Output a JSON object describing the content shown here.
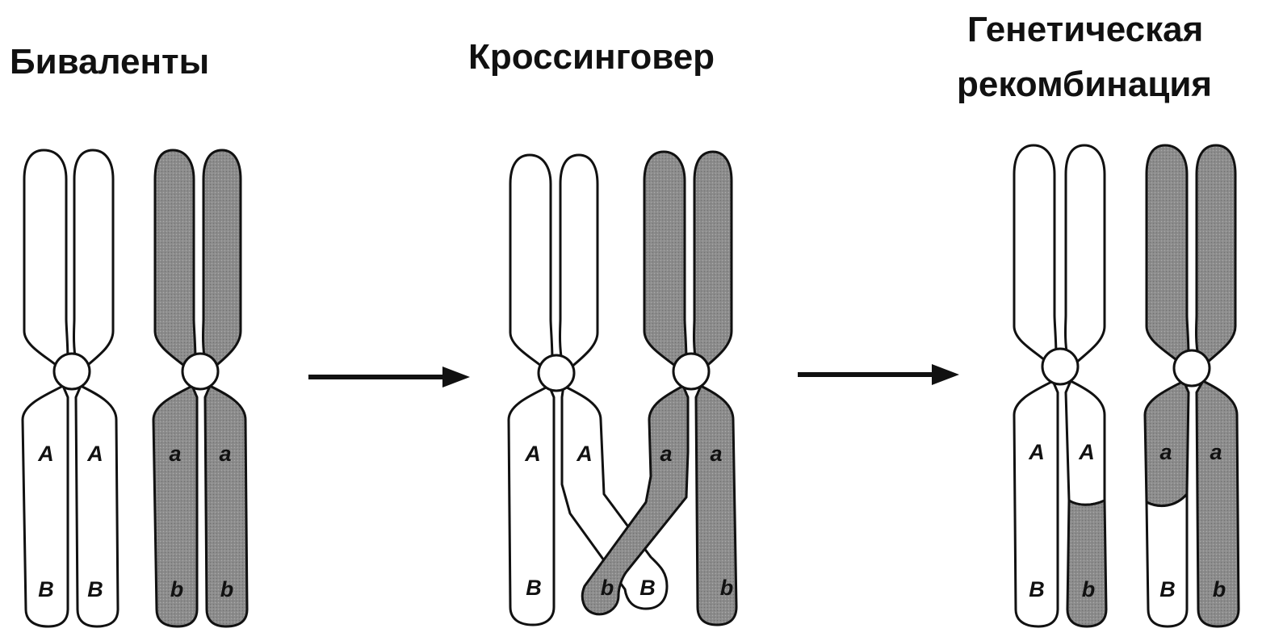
{
  "titles": {
    "bivalents": "Биваленты",
    "crossover": "Кроссинговер",
    "recombination_line1": "Генетическая",
    "recombination_line2": "рекомбинация"
  },
  "alleles": {
    "dominant_A": "A",
    "recessive_a": "a",
    "dominant_B": "B",
    "recessive_b": "b"
  },
  "colors": {
    "outline": "#111111",
    "maternal_fill": "#ffffff",
    "paternal_fill": "#8c8c8c",
    "arrow": "#111111"
  },
  "arrows": [
    "arrow-bivalents-to-crossover",
    "arrow-crossover-to-recombination"
  ]
}
